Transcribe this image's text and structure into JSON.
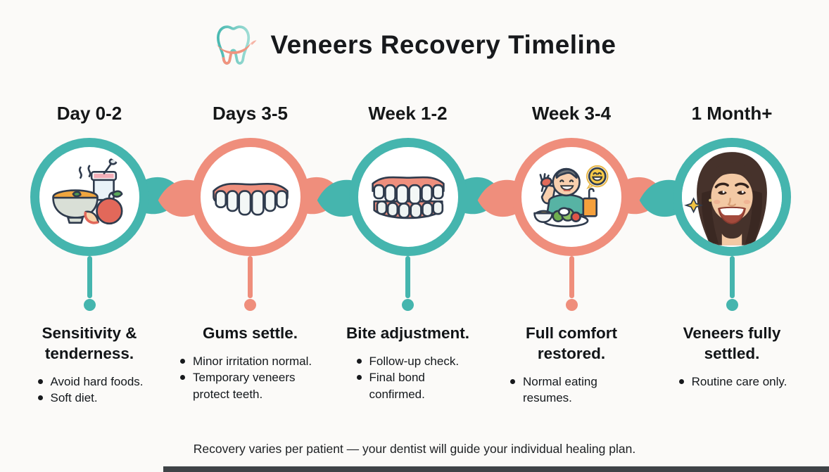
{
  "header": {
    "title": "Veneers Recovery Timeline",
    "logo_icon": "tooth-logo-icon"
  },
  "colors": {
    "teal": "#45b5ae",
    "coral": "#ef8e7c",
    "text": "#1b1f23",
    "background": "#fbfaf8",
    "footer_bar": "#3f4347"
  },
  "stages": [
    {
      "label": "Day 0-2",
      "accent": "teal",
      "icon": "soft-foods-icon",
      "heading": "Sensitivity & tenderness.",
      "bullets": [
        "Avoid hard foods.",
        "Soft diet."
      ]
    },
    {
      "label": "Days 3-5",
      "accent": "coral",
      "icon": "upper-veneers-icon",
      "heading": "Gums settle.",
      "bullets": [
        "Minor irritation normal.",
        "Temporary veneers protect teeth."
      ]
    },
    {
      "label": "Week 1-2",
      "accent": "teal",
      "icon": "full-bite-icon",
      "heading": "Bite adjustment.",
      "bullets": [
        "Follow-up check.",
        "Final bond confirmed."
      ]
    },
    {
      "label": "Week 3-4",
      "accent": "coral",
      "icon": "person-eating-icon",
      "heading": "Full comfort restored.",
      "bullets": [
        "Normal eating resumes."
      ]
    },
    {
      "label": "1 Month+",
      "accent": "teal",
      "icon": "smiling-woman-icon",
      "heading": "Veneers fully settled.",
      "bullets": [
        "Routine care only."
      ]
    }
  ],
  "footer": {
    "note": "Recovery varies per patient — your dentist will guide your individual healing plan."
  }
}
